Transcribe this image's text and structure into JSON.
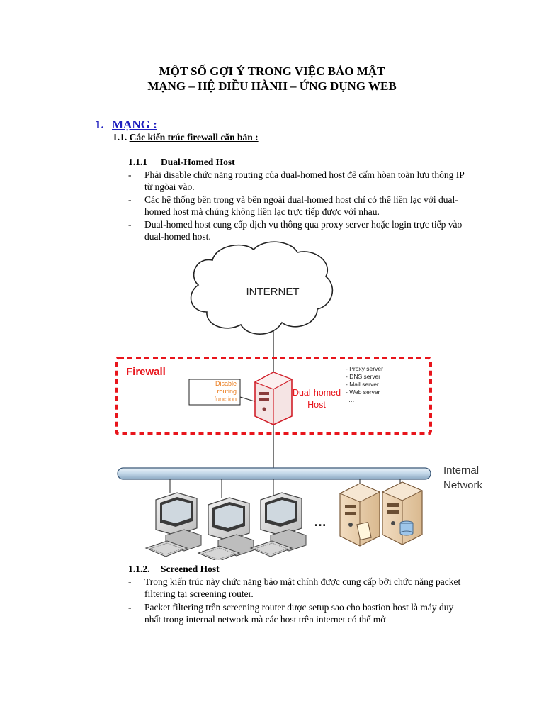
{
  "doc": {
    "title_line1": "MỘT SỐ GỢI Ý TRONG VIỆC BẢO MẬT",
    "title_line2": "MẠNG – HỆ ĐIỀU HÀNH – ỨNG DỤNG WEB",
    "section": {
      "num": "1.",
      "title": "MẠNG :"
    },
    "subsection": {
      "num": "1.1.",
      "title": "Các kiến trúc firewall căn bản :"
    },
    "dual_homed": {
      "num": "1.1.1",
      "title": "Dual-Homed Host",
      "bullets": [
        "Phải disable chức năng routing của dual-homed host để cấm hòan toàn lưu thông IP từ ngòai vào.",
        "Các hệ thống bên trong và bên ngoài dual-homed host chỉ có thể liên lạc với dual-homed host mà chúng không liên lạc trực tiếp được với nhau.",
        "Dual-homed host cung cấp dịch vụ thông qua proxy server hoặc login trực tiếp vào dual-homed host."
      ]
    },
    "screened": {
      "num": "1.1.2.",
      "title": "Screened Host",
      "bullets": [
        "Trong kiến trúc này chức năng bảo mật chính được cung cấp bởi chức năng packet filtering tại screening router.",
        "Packet filtering trên screening router được setup sao cho bastion host là máy duy nhất trong internal network mà các host trên internet có thể mở"
      ]
    },
    "bullet_char": "-"
  },
  "diagram": {
    "internet_label": "INTERNET",
    "firewall_label": "Firewall",
    "disable_note": [
      "Disable",
      "routing",
      "function"
    ],
    "host_label": [
      "Dual-homed",
      "Host"
    ],
    "services": [
      "- Proxy server",
      "- DNS server",
      "- Mail server",
      "- Web server",
      "…"
    ],
    "network_label": [
      "Internal",
      "Network"
    ],
    "ellipsis": "…",
    "colors": {
      "firewall": "#e8151c",
      "note": "#ea7a1a",
      "cable": "#c7dbe9",
      "cable_stroke": "#3a5878"
    }
  }
}
